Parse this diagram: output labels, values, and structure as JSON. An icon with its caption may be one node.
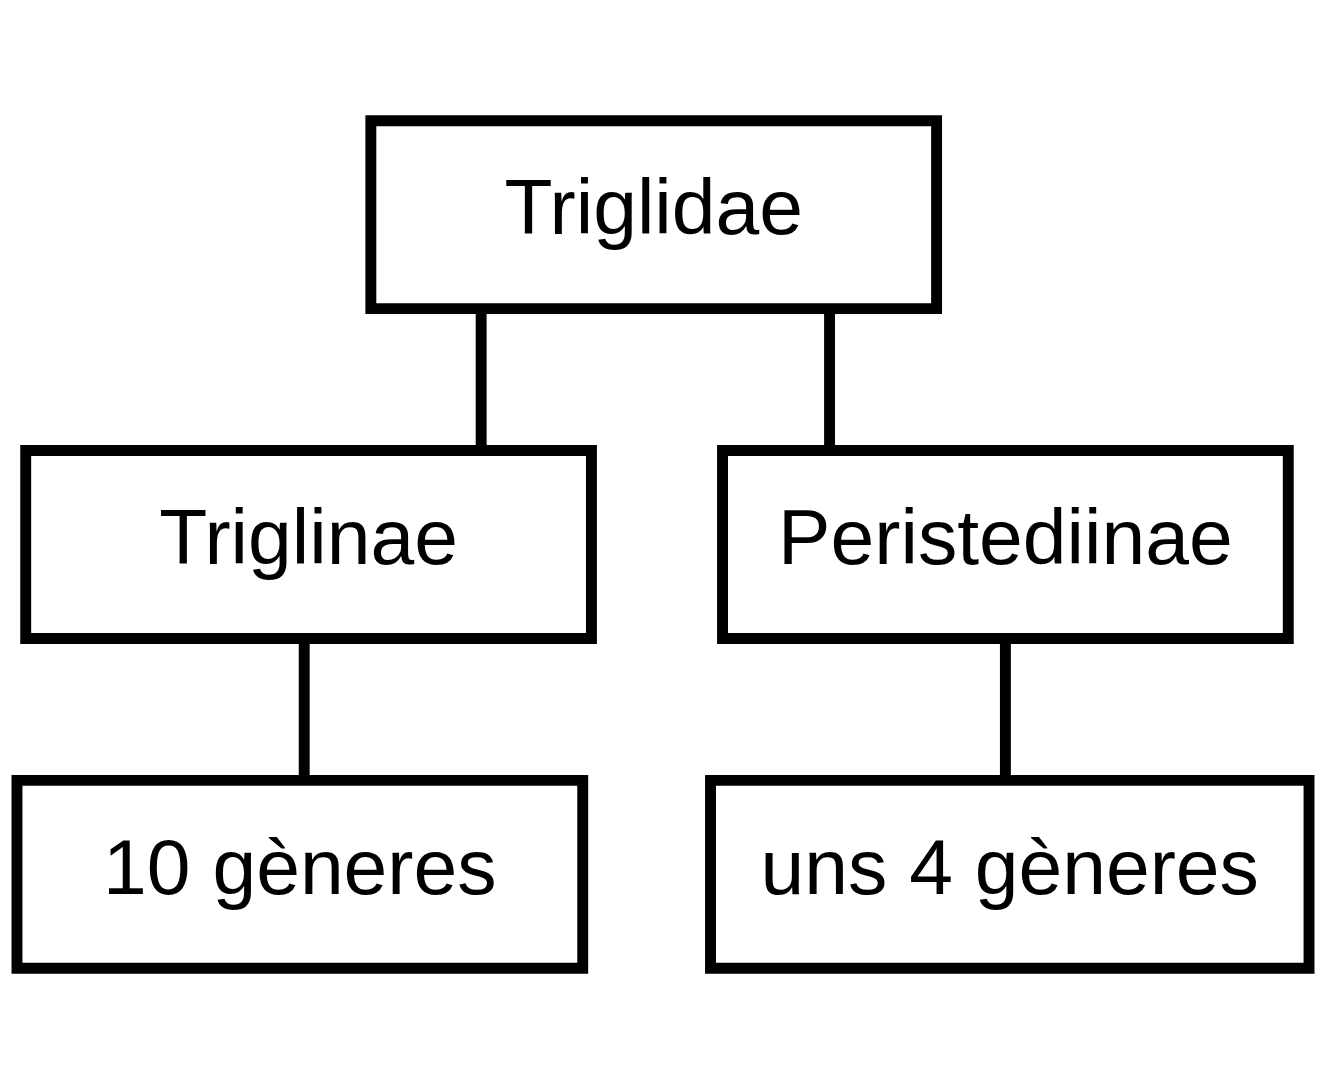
{
  "diagram": {
    "nodes": [
      {
        "text": [
          "Triglidae"
        ]
      },
      {
        "text": [
          "Triglinae"
        ]
      },
      {
        "text": [
          "Peristediinae"
        ]
      },
      {
        "text": [
          "10 gèneres"
        ]
      },
      {
        "text": [
          "uns 4 gèneres"
        ]
      }
    ],
    "edges": [
      {
        "from": 0,
        "to": 1,
        "arrow": "none"
      },
      {
        "from": 0,
        "to": 2,
        "arrow": "none"
      },
      {
        "from": 1,
        "to": 3,
        "arrow": "none"
      },
      {
        "from": 2,
        "to": 4,
        "arrow": "none"
      }
    ]
  }
}
